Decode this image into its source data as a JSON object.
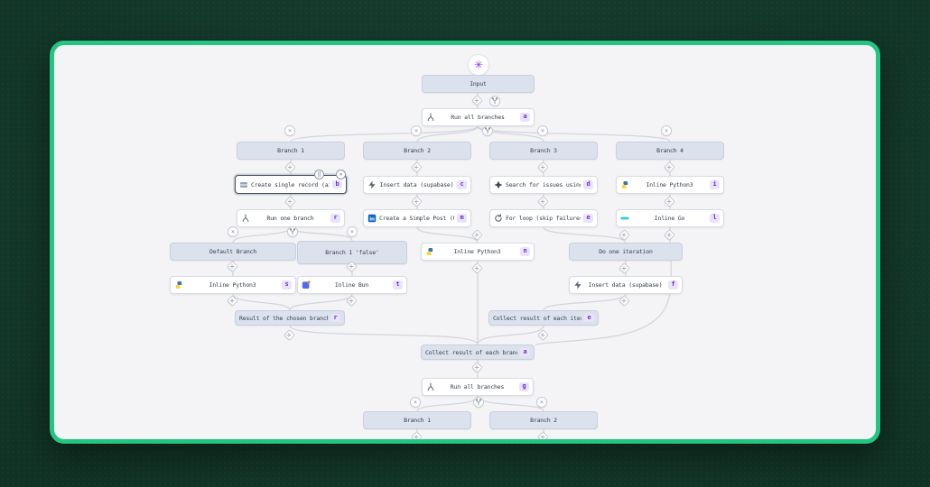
{
  "window": {
    "description": "Windmill-style flow graph editor on a green card",
    "colors": {
      "page_bg": "#123b2b",
      "card_border_green": "#24c583",
      "canvas_bg": "#f4f4f6",
      "node_header_bg": "#dce1ee",
      "badge_bg": "#e9e4fb",
      "badge_text": "#6d28d9",
      "edge": "#d2d5dc",
      "logo_purple": "#9333ea"
    }
  },
  "trigger": {
    "icon": "windmill-logo-icon",
    "glyph": "✳"
  },
  "flow": {
    "nodes": [
      {
        "id": "input",
        "kind": "header",
        "label": "Input"
      },
      {
        "id": "runall-a",
        "kind": "action",
        "icon": "branch-all-icon",
        "label": "Run all branches",
        "badge": "a"
      },
      {
        "id": "branch1",
        "kind": "header",
        "label": "Branch 1"
      },
      {
        "id": "branch2",
        "kind": "header",
        "label": "Branch 2"
      },
      {
        "id": "branch3",
        "kind": "header",
        "label": "Branch 3"
      },
      {
        "id": "branch4",
        "kind": "header",
        "label": "Branch 4"
      },
      {
        "id": "airtable-b",
        "kind": "action",
        "icon": "airtable-icon",
        "label": "Create single record (airtable)",
        "badge": "b",
        "selected": true
      },
      {
        "id": "supabase-c",
        "kind": "action",
        "icon": "supabase-icon",
        "label": "Insert data (supabase)",
        "badge": "c"
      },
      {
        "id": "jira-d",
        "kind": "action",
        "icon": "jira-icon",
        "label": "Search for issues using JQL (...",
        "badge": "d"
      },
      {
        "id": "python-i",
        "kind": "action",
        "icon": "python-icon",
        "label": "Inline Python3",
        "badge": "i"
      },
      {
        "id": "runone-r",
        "kind": "action",
        "icon": "branch-one-icon",
        "label": "Run one branch",
        "badge": "r"
      },
      {
        "id": "linkedin-m",
        "kind": "action",
        "icon": "linkedin-icon",
        "label": "Create a Simple Post (User) (...",
        "badge": "m"
      },
      {
        "id": "forloop-e",
        "kind": "action",
        "icon": "loop-icon",
        "label": "For loop (skip failures)",
        "badge": "e"
      },
      {
        "id": "go-l",
        "kind": "action",
        "icon": "go-icon",
        "label": "Inline Go",
        "badge": "l"
      },
      {
        "id": "default-branch",
        "kind": "header",
        "label": "Default Branch"
      },
      {
        "id": "branch1-false",
        "kind": "header",
        "label": "Branch 1\n'false'"
      },
      {
        "id": "python-n",
        "kind": "action",
        "icon": "python-icon",
        "label": "Inline Python3",
        "badge": "n"
      },
      {
        "id": "do-one-iteration",
        "kind": "header",
        "label": "Do one iteration"
      },
      {
        "id": "python-s",
        "kind": "action",
        "icon": "python-icon",
        "label": "Inline Python3",
        "badge": "s"
      },
      {
        "id": "bun-t",
        "kind": "action",
        "icon": "bun-icon",
        "label": "Inline Bun",
        "badge": "t"
      },
      {
        "id": "supabase-f",
        "kind": "action",
        "icon": "supabase-icon",
        "label": "Insert data (supabase)",
        "badge": "f"
      },
      {
        "id": "result-chosen",
        "kind": "collect",
        "label": "Result of the chosen branch",
        "badge": "r"
      },
      {
        "id": "collect-iter",
        "kind": "collect",
        "label": "Collect result of each iterat",
        "badge": "e"
      },
      {
        "id": "collect-branch",
        "kind": "collect",
        "label": "Collect result of each branch",
        "badge": "a"
      },
      {
        "id": "runall-g",
        "kind": "action",
        "icon": "branch-all-icon",
        "label": "Run all branches",
        "badge": "g"
      },
      {
        "id": "bottom-branch1",
        "kind": "header",
        "label": "Branch 1"
      },
      {
        "id": "bottom-branch2",
        "kind": "header",
        "label": "Branch 2"
      }
    ],
    "selected_node_buttons": [
      {
        "name": "move-step-button",
        "glyph": "‖"
      },
      {
        "name": "delete-step-button",
        "glyph": "×"
      }
    ],
    "connector_glyphs": {
      "insert_step": "+",
      "remove_branch": "×",
      "add_branch": "branch-fork-icon"
    }
  }
}
